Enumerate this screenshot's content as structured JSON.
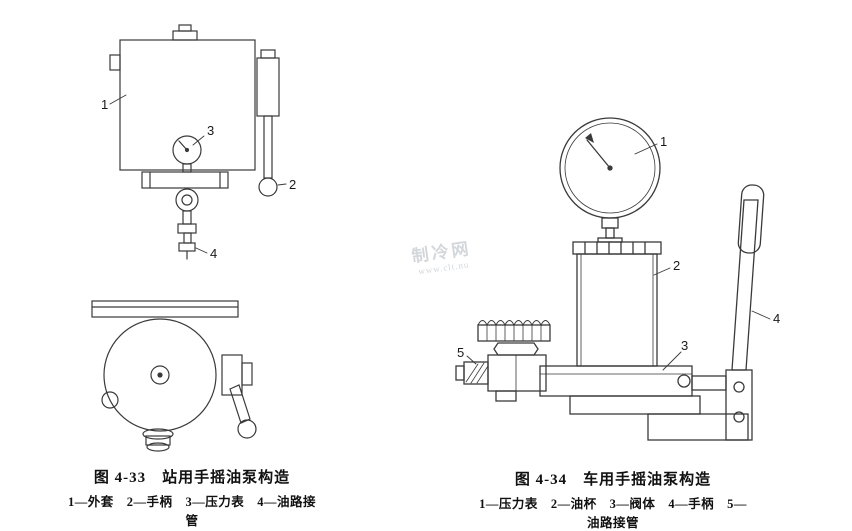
{
  "canvas": {
    "bg": "#ffffff",
    "line_color": "#3a3a3a"
  },
  "watermark": {
    "line1": "制冷网",
    "line2": "www.clt.nu"
  },
  "fig33": {
    "callouts": {
      "c1": "1",
      "c2": "2",
      "c3": "3",
      "c4": "4"
    },
    "caption_title": "图 4-33　站用手摇油泵构造",
    "caption_parts": "1—外套　2—手柄　3—压力表　4—油路接管"
  },
  "fig34": {
    "callouts": {
      "c1": "1",
      "c2": "2",
      "c3": "3",
      "c4": "4",
      "c5": "5"
    },
    "caption_title": "图 4-34　车用手摇油泵构造",
    "caption_parts": "1—压力表　2—油杯　3—阀体　4—手柄　5—油路接管"
  }
}
